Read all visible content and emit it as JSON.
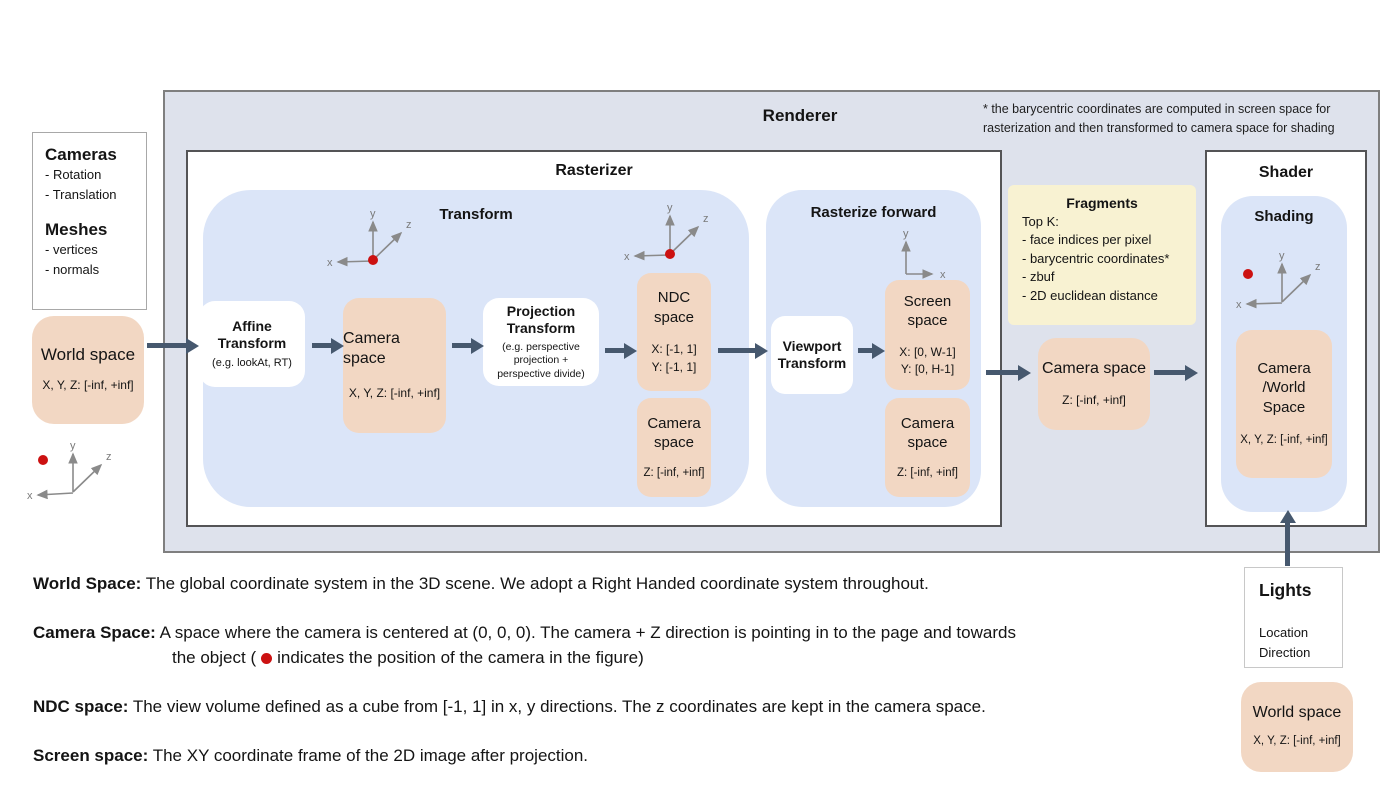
{
  "colors": {
    "arrow": "#46586e",
    "box_tan": "#f2d7c3",
    "panel_blue": "#dbe5f8",
    "fragments_yellow": "#f8f2d2",
    "camera_red": "#cc1111",
    "renderer_bg": "#dee2ec"
  },
  "axes": {
    "x": "x",
    "y": "y",
    "z": "z"
  },
  "left_panel": {
    "cameras": {
      "title": "Cameras",
      "items": [
        "- Rotation",
        "- Translation"
      ]
    },
    "meshes": {
      "title": "Meshes",
      "items": [
        "- vertices",
        "- normals"
      ]
    },
    "world_space": {
      "title": "World space",
      "range": "X, Y, Z: [-inf, +inf]"
    }
  },
  "renderer": {
    "title": "Renderer",
    "note": "* the barycentric coordinates are computed in screen space for\nrasterization and then transformed to camera space for shading",
    "rasterizer": {
      "title": "Rasterizer",
      "transform": {
        "title": "Transform",
        "affine": {
          "title": "Affine\nTransform",
          "subtitle": "(e.g. lookAt, RT)"
        },
        "camera_space": {
          "title": "Camera space",
          "range": "X, Y, Z: [-inf, +inf]"
        },
        "projection": {
          "title": "Projection\nTransform",
          "subtitle": "(e.g. perspective\nprojection +\nperspective divide)"
        },
        "ndc_space": {
          "title": "NDC\nspace",
          "ranges": "X: [-1, 1]\nY: [-1, 1]"
        },
        "camera_space2": {
          "title": "Camera\nspace",
          "range": "Z: [-inf, +inf]"
        }
      },
      "rasterize_forward": {
        "title": "Rasterize forward",
        "viewport": {
          "title": "Viewport\nTransform"
        },
        "screen_space": {
          "title": "Screen\nspace",
          "ranges": "X: [0, W-1]\nY: [0, H-1]"
        },
        "camera_space": {
          "title": "Camera\nspace",
          "range": "Z: [-inf, +inf]"
        }
      }
    },
    "fragments": {
      "title": "Fragments",
      "lines": [
        "Top K:",
        "- face indices per pixel",
        "- barycentric coordinates*",
        "- zbuf",
        "- 2D euclidean distance"
      ]
    },
    "camera_space_out": {
      "title": "Camera space",
      "range": "Z: [-inf, +inf]"
    },
    "shader": {
      "title": "Shader",
      "shading": {
        "title": "Shading",
        "camera_world": {
          "title": "Camera\n/World\nSpace",
          "range": "X, Y, Z: [-inf, +inf]"
        }
      }
    }
  },
  "lights": {
    "title": "Lights",
    "items": [
      "Location",
      "Direction"
    ]
  },
  "world_space_bottom": {
    "title": "World space",
    "range": "X, Y, Z: [-inf, +inf]"
  },
  "definitions": [
    {
      "label": "World Space:",
      "text": "The global coordinate system in the 3D scene. We adopt a Right Handed coordinate system throughout."
    },
    {
      "label": "Camera Space:",
      "text": "A space where the camera is centered at (0, 0, 0). The camera + Z direction is pointing in to the page and towards",
      "text2_pre": "the object (",
      "text2_post": "indicates the position of the camera in the figure)"
    },
    {
      "label": "NDC space:",
      "text": "The view volume defined as a cube from [-1, 1] in x, y directions. The z coordinates are kept in the camera space."
    },
    {
      "label": "Screen space:",
      "text": "The XY coordinate frame of the 2D image after projection."
    }
  ]
}
